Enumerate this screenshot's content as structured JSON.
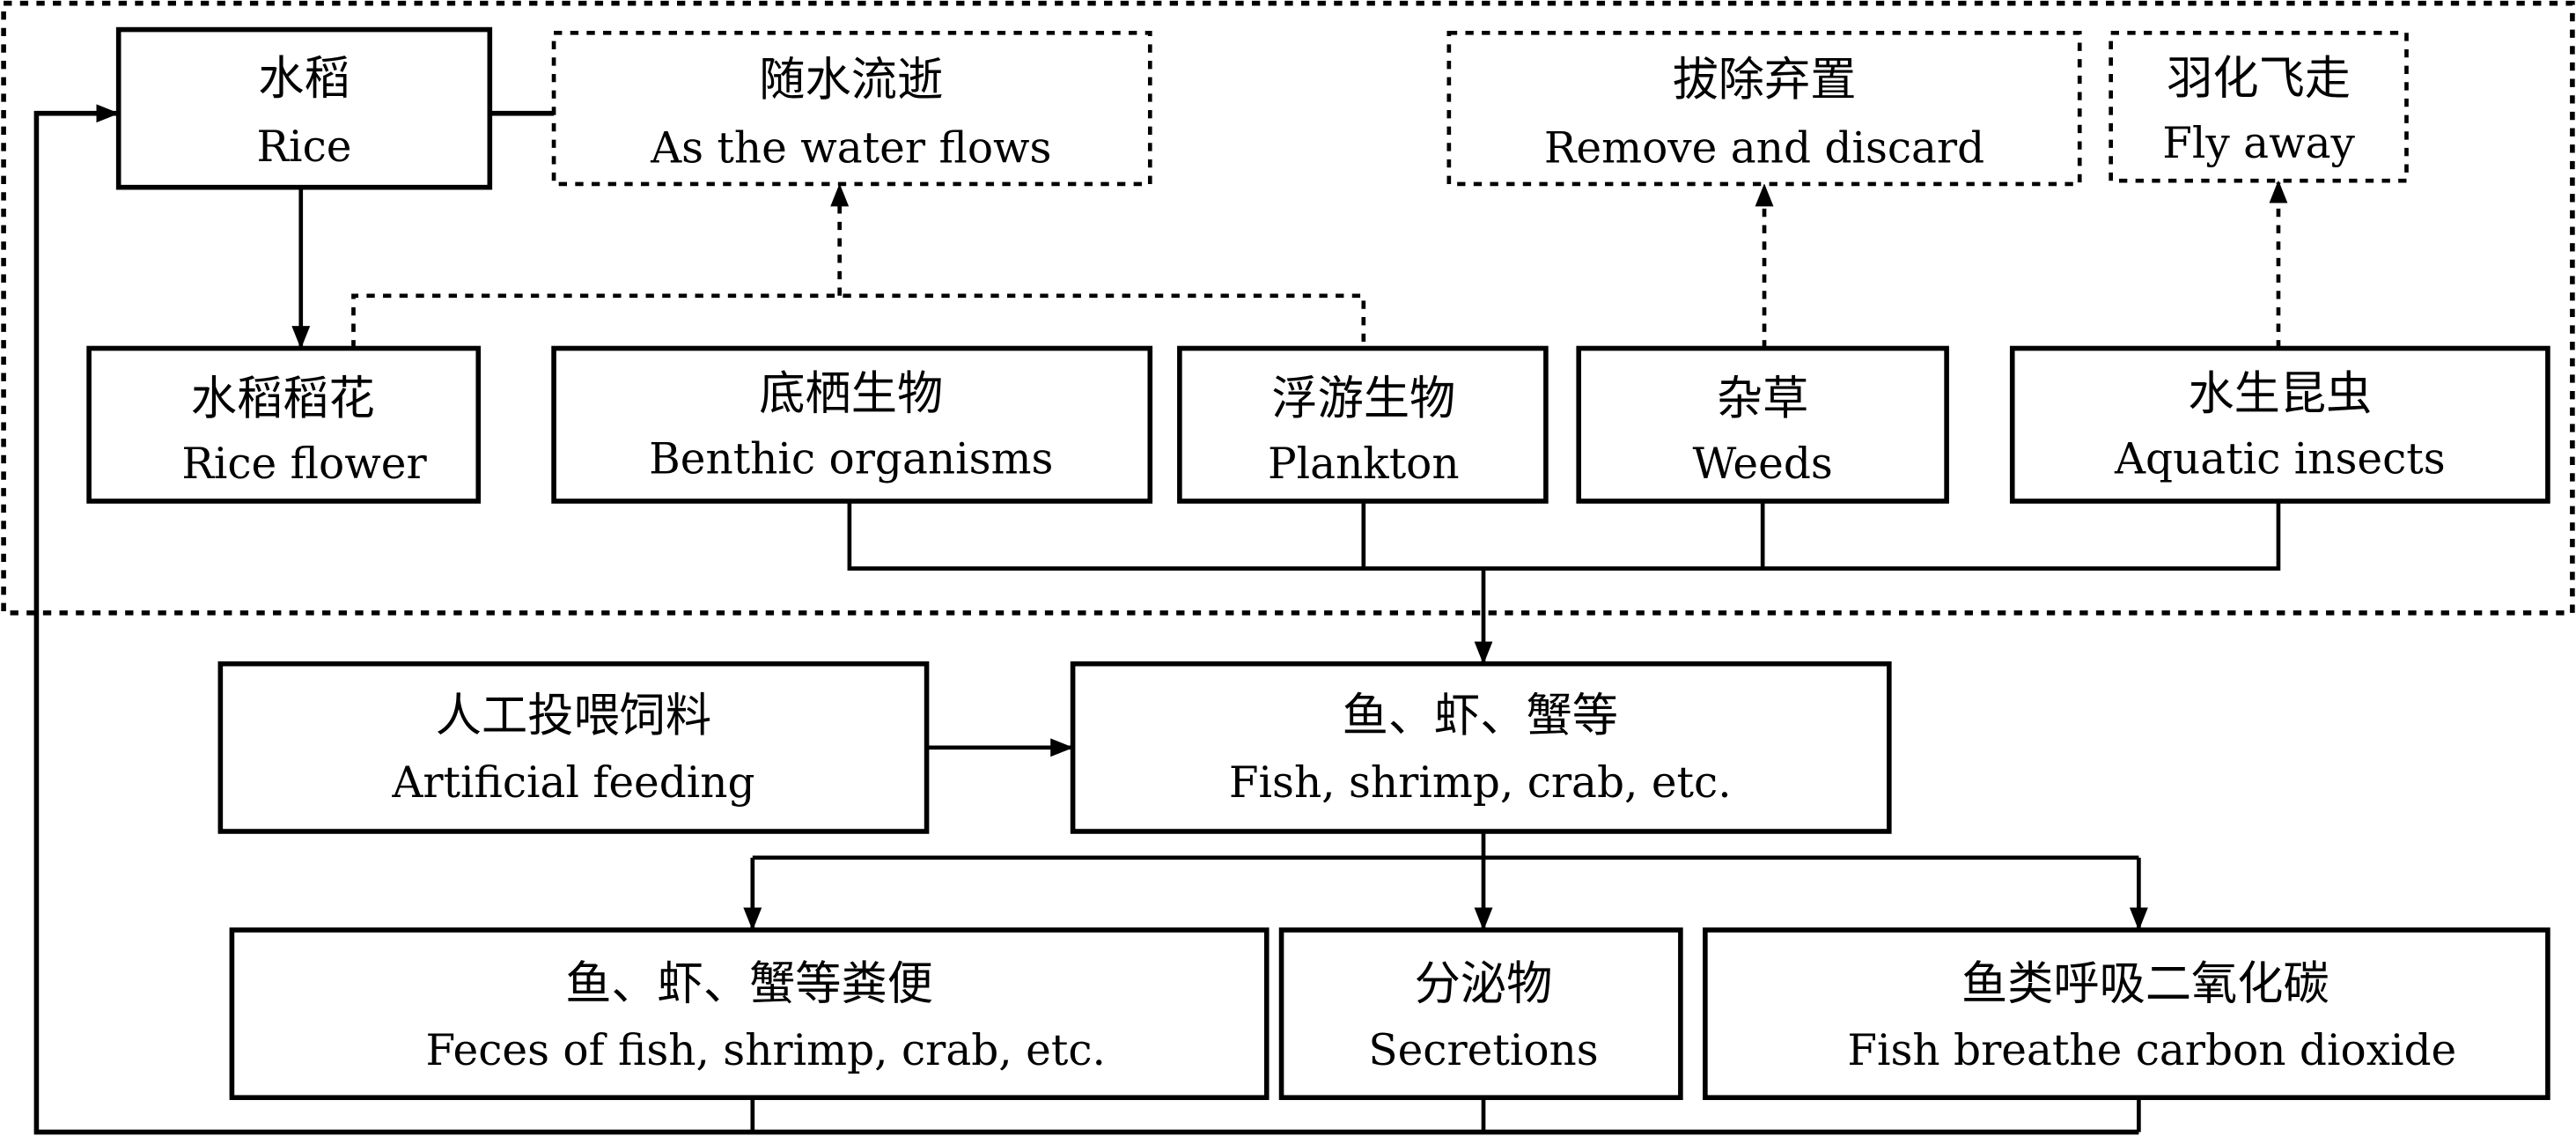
{
  "nodes": {
    "rice": {
      "zh": "水稻",
      "en": "Rice"
    },
    "water_flows": {
      "zh": "随水流逝",
      "en": "As the water flows"
    },
    "remove_discard": {
      "zh": "拔除弃置",
      "en": "Remove and discard"
    },
    "fly_away": {
      "zh": "羽化飞走",
      "en": "Fly away"
    },
    "rice_flower": {
      "zh": "水稻稻花",
      "en": "Rice flower"
    },
    "benthic": {
      "zh": "底栖生物",
      "en": "Benthic organisms"
    },
    "plankton": {
      "zh": "浮游生物",
      "en": "Plankton"
    },
    "weeds": {
      "zh": "杂草",
      "en": "Weeds"
    },
    "insects": {
      "zh": "水生昆虫",
      "en": "Aquatic insects"
    },
    "feeding": {
      "zh": "人工投喂饲料",
      "en": "Artificial feeding"
    },
    "fish": {
      "zh": "鱼、虾、蟹等",
      "en": "Fish, shrimp, crab, etc."
    },
    "feces": {
      "zh": "鱼、虾、蟹等粪便",
      "en": "Feces of fish, shrimp, crab, etc."
    },
    "secretions": {
      "zh": "分泌物",
      "en": "Secretions"
    },
    "co2": {
      "zh": "鱼类呼吸二氧化碳",
      "en": "Fish breathe carbon dioxide"
    }
  }
}
